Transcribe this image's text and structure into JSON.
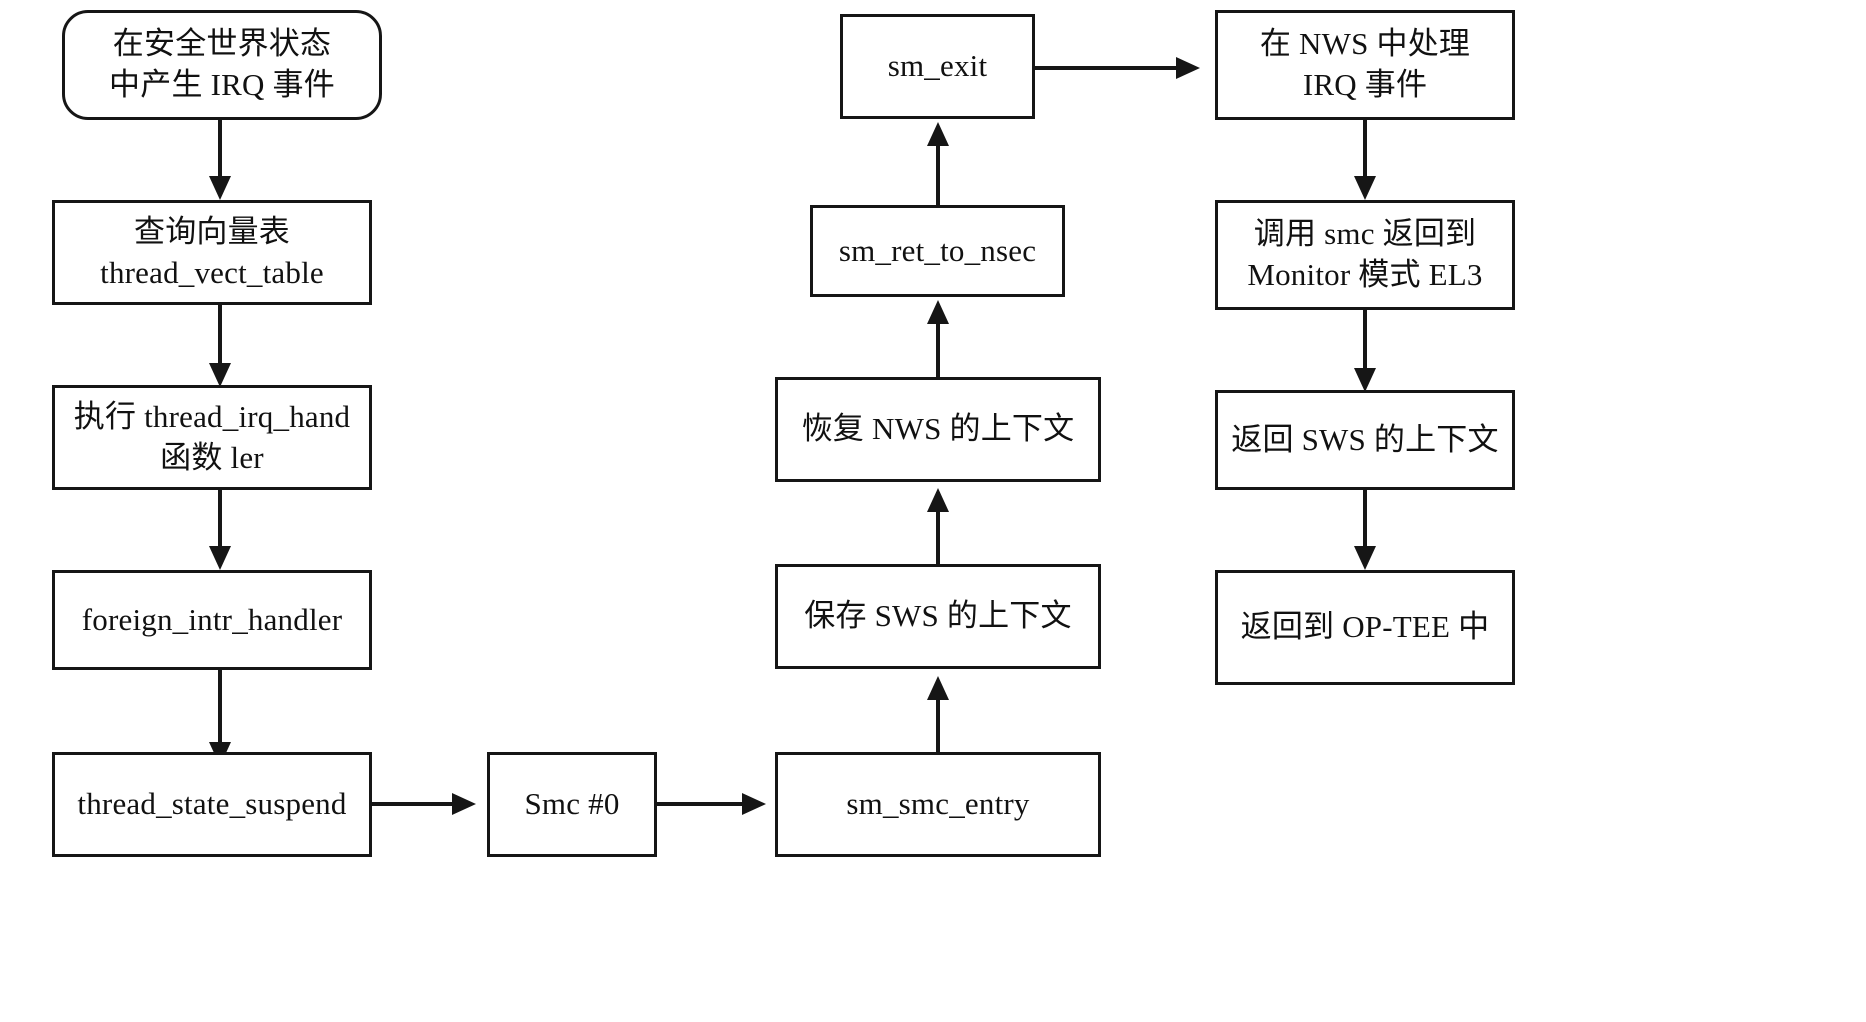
{
  "diagram": {
    "type": "flowchart",
    "title": "",
    "background_color": "#ffffff",
    "stroke_color": "#161616",
    "text_color": "#111111",
    "nodes": [
      {
        "id": "n1",
        "shape": "rounded-rectangle",
        "lines": [
          "在安全世界状态",
          "中产生 IRQ 事件"
        ],
        "column": "left"
      },
      {
        "id": "n2",
        "shape": "rectangle",
        "lines": [
          "查询向量表",
          "thread_vect_table"
        ],
        "column": "left"
      },
      {
        "id": "n3",
        "shape": "rectangle",
        "lines": [
          "执行 thread_irq_hand",
          "函数 ler"
        ],
        "column": "left"
      },
      {
        "id": "n4",
        "shape": "rectangle",
        "lines": [
          "foreign_intr_handler"
        ],
        "column": "left"
      },
      {
        "id": "n5",
        "shape": "rectangle",
        "lines": [
          "thread_state_suspend"
        ],
        "column": "left"
      },
      {
        "id": "n6",
        "shape": "rectangle",
        "lines": [
          "Smc #0"
        ],
        "column": "middle-left"
      },
      {
        "id": "n7",
        "shape": "rectangle",
        "lines": [
          "sm_smc_entry"
        ],
        "column": "middle"
      },
      {
        "id": "n8",
        "shape": "rectangle",
        "lines": [
          "保存 SWS 的上下文"
        ],
        "column": "middle"
      },
      {
        "id": "n9",
        "shape": "rectangle",
        "lines": [
          "恢复 NWS 的上下文"
        ],
        "column": "middle"
      },
      {
        "id": "n10",
        "shape": "rectangle",
        "lines": [
          "sm_ret_to_nsec"
        ],
        "column": "middle"
      },
      {
        "id": "n11",
        "shape": "rectangle",
        "lines": [
          "sm_exit"
        ],
        "column": "middle"
      },
      {
        "id": "n12",
        "shape": "rectangle",
        "lines": [
          "在 NWS 中处理",
          "IRQ 事件"
        ],
        "column": "right"
      },
      {
        "id": "n13",
        "shape": "rectangle",
        "lines": [
          "调用 smc 返回到",
          "Monitor 模式 EL3"
        ],
        "column": "right"
      },
      {
        "id": "n14",
        "shape": "rectangle",
        "lines": [
          "返回 SWS 的上下文"
        ],
        "column": "right"
      },
      {
        "id": "n15",
        "shape": "rectangle",
        "lines": [
          "返回到 OP-TEE 中"
        ],
        "column": "right"
      }
    ],
    "edges": [
      {
        "from": "n1",
        "to": "n2",
        "direction": "down"
      },
      {
        "from": "n2",
        "to": "n3",
        "direction": "down"
      },
      {
        "from": "n3",
        "to": "n4",
        "direction": "down"
      },
      {
        "from": "n4",
        "to": "n5",
        "direction": "down"
      },
      {
        "from": "n5",
        "to": "n6",
        "direction": "right"
      },
      {
        "from": "n6",
        "to": "n7",
        "direction": "right"
      },
      {
        "from": "n7",
        "to": "n8",
        "direction": "up"
      },
      {
        "from": "n8",
        "to": "n9",
        "direction": "up"
      },
      {
        "from": "n9",
        "to": "n10",
        "direction": "up"
      },
      {
        "from": "n10",
        "to": "n11",
        "direction": "up"
      },
      {
        "from": "n11",
        "to": "n12",
        "direction": "right"
      },
      {
        "from": "n12",
        "to": "n13",
        "direction": "down"
      },
      {
        "from": "n13",
        "to": "n14",
        "direction": "down"
      },
      {
        "from": "n14",
        "to": "n15",
        "direction": "down"
      }
    ]
  }
}
